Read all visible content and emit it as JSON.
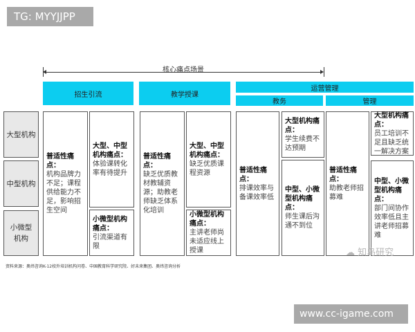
{
  "top_tag": "TG: MYYJJPP",
  "scope_label": "核心痛点场景",
  "headers": {
    "recruit": "招生引流",
    "teaching": "教学授课",
    "operations": "运营管理",
    "academic": "教务",
    "management": "管理"
  },
  "rows": {
    "large": "大型机构",
    "medium": "中型机构",
    "small": "小微型机构"
  },
  "cells": {
    "recruit_common": {
      "title": "普适性痛点：",
      "text": "机构品牌力不足；课程供给能力不足，影响招生空间"
    },
    "recruit_lm": {
      "title": "大型、中型机构痛点：",
      "text": "体验课转化率有待提升"
    },
    "recruit_s": {
      "title": "小微型机构痛点：",
      "text": "引流渠道有限"
    },
    "teach_common": {
      "title": "普适性痛点：",
      "text": "缺乏优质教材教辅资源；助教老师缺乏体系化培训"
    },
    "teach_lm": {
      "title": "大型、中型机构痛点：",
      "text": "缺乏优质课程资源"
    },
    "teach_s": {
      "title": "小微型机构痛点：",
      "text": "主讲老师尚未适应线上授课"
    },
    "acad_common": {
      "title": "普适性痛点：",
      "text": "排课效率与备课效率低"
    },
    "acad_l": {
      "title": "大型机构痛点：",
      "text": "学生续费不达预期"
    },
    "acad_ms": {
      "title": "中型、小微型机构痛点：",
      "text": "师生课后沟通不到位"
    },
    "mgmt_common": {
      "title": "普适性痛点：",
      "text": "助教老师招募难"
    },
    "mgmt_l": {
      "title": "大型机构痛点：",
      "text": "员工培训不足且缺乏统一解决方案"
    },
    "mgmt_ms": {
      "title": "中型、小微型机构痛点：",
      "text": "部门间协作效率低且主讲老师招募难"
    }
  },
  "source": "资料来源：奥纬咨询K-12校外培训机构问卷、中国教育科学研究院、好未来集团、奥纬咨询分析",
  "watermark": "知鸟研究",
  "bottom_tag": "www.cc-igame.com",
  "colors": {
    "header": "#0ccdf0",
    "row_label_bg": "#e8e8e8"
  }
}
